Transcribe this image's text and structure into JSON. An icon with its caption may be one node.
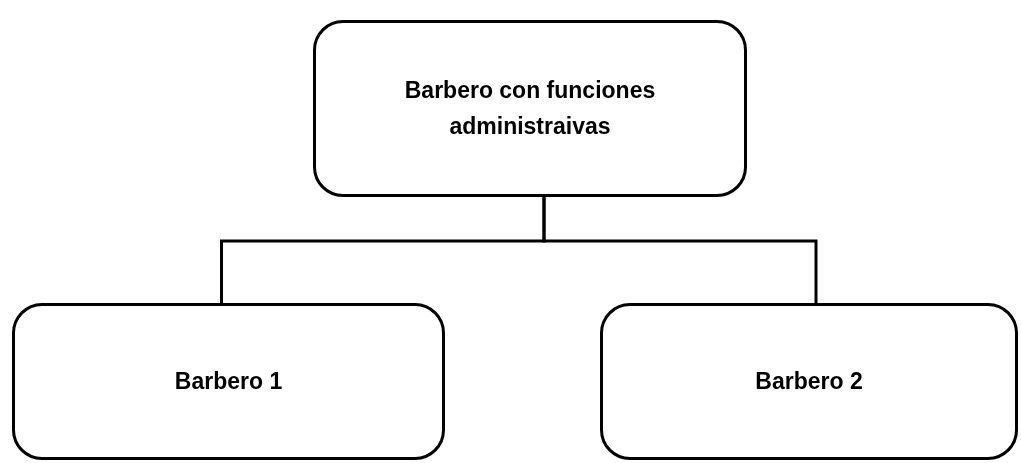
{
  "diagram": {
    "nodes": [
      {
        "text": [
          "Barbero con funciones administraivas"
        ]
      },
      {
        "text": [
          "Barbero 1"
        ]
      },
      {
        "text": [
          "Barbero 2"
        ]
      }
    ],
    "edges": [
      {
        "from": 0,
        "to": 1,
        "arrow": "none"
      },
      {
        "from": 0,
        "to": 2,
        "arrow": "none"
      }
    ]
  }
}
